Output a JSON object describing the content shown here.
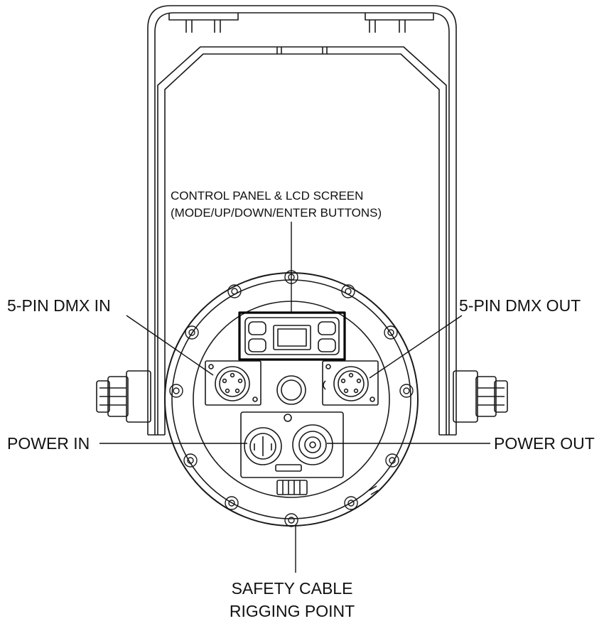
{
  "labels": {
    "control_panel_line1": "CONTROL PANEL & LCD SCREEN",
    "control_panel_line2": "(MODE/UP/DOWN/ENTER BUTTONS)",
    "dmx_in": "5-PIN DMX IN",
    "dmx_out": "5-PIN DMX OUT",
    "power_in": "POWER IN",
    "power_out": "POWER OUT",
    "safety_line1": "SAFETY CABLE",
    "safety_line2": "RIGGING POINT"
  },
  "colors": {
    "line": "#1a1a1a",
    "highlight": "#000000",
    "background": "#ffffff"
  }
}
